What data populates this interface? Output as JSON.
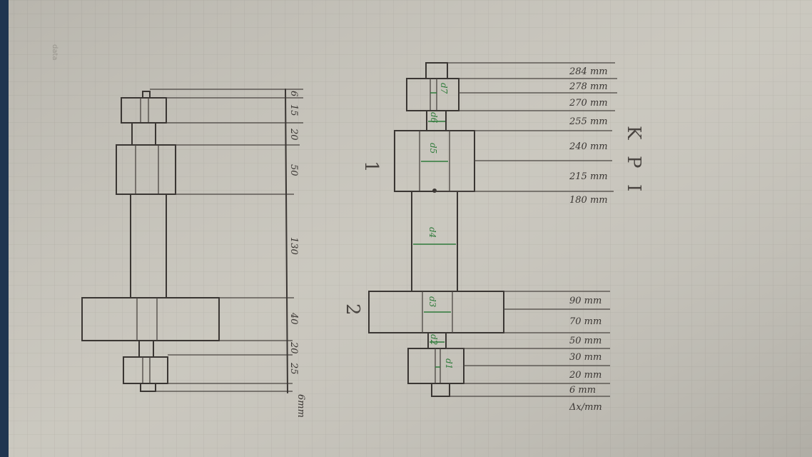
{
  "corner_note": "data",
  "left_drawing": {
    "dimensions": [
      "6",
      "15",
      "20",
      "50",
      "130",
      "40",
      "20",
      "25",
      "6mm"
    ]
  },
  "right_drawing": {
    "shaft_labels": [
      "1",
      "2"
    ],
    "section_letters": [
      "K",
      "P",
      "I"
    ],
    "diameters": [
      "d7",
      "d6",
      "d5",
      "d4",
      "d3",
      "d2",
      "d1"
    ],
    "positions_upper": [
      "284 mm",
      "278 mm",
      "270 mm",
      "255 mm",
      "240 mm",
      "215 mm",
      "180 mm"
    ],
    "positions_lower": [
      "90 mm",
      "70 mm",
      "50 mm",
      "30 mm",
      "20 mm",
      "6 mm",
      "Δx/mm"
    ]
  },
  "colors": {
    "paper": "#c8c5bc",
    "ink": "#3a3633",
    "green": "#2e7a3a"
  }
}
